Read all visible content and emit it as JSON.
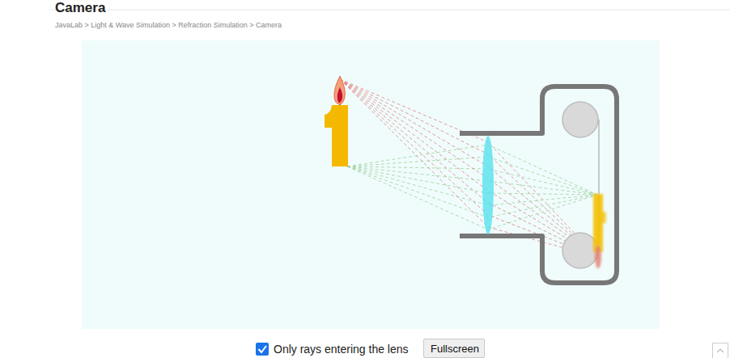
{
  "diagram": {
    "title": "Camera",
    "nodes": [
      {
        "text": [
          "Fullscreen"
        ]
      }
    ],
    "labels": [
      "JavaLab > Light & Wave Simulation > Refraction Simulation > Camera",
      "Only rays entering the lens"
    ]
  }
}
